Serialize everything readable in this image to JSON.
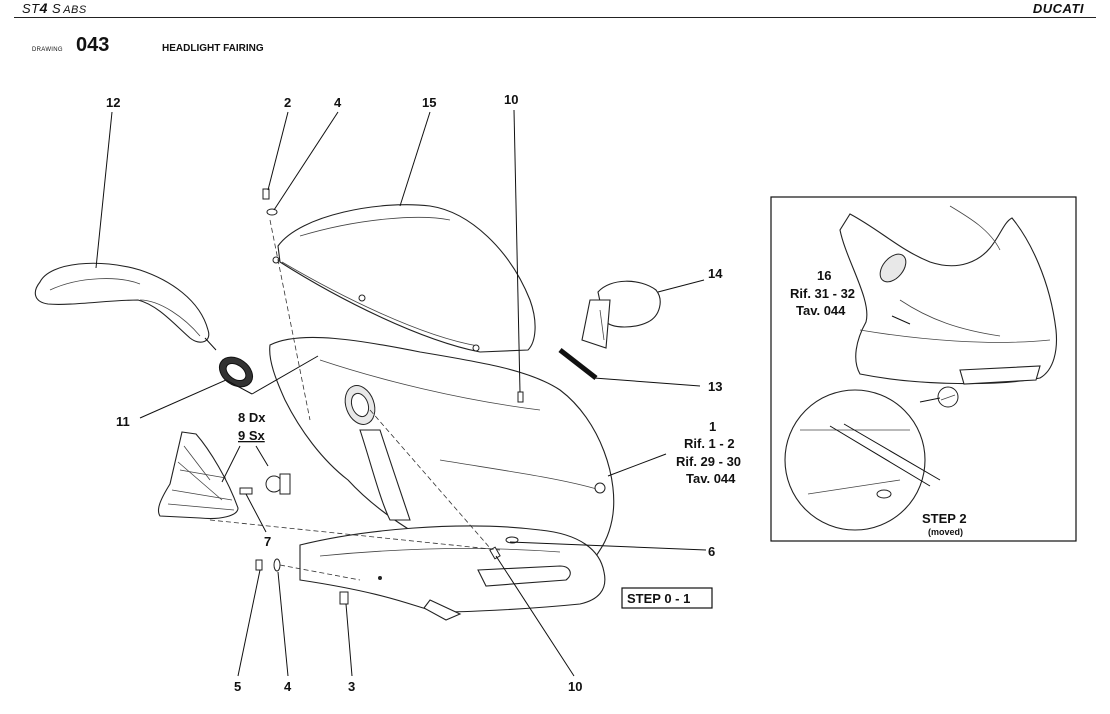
{
  "header": {
    "model_prefix": "ST",
    "model_number": "4",
    "model_suffix": " S",
    "model_variant": "ABS",
    "brand": "DUCATI"
  },
  "drawing": {
    "label": "DRAWING",
    "number": "043",
    "title": "HEADLIGHT FAIRING"
  },
  "callouts": {
    "c12": "12",
    "c2": "2",
    "c4_top": "4",
    "c15": "15",
    "c10_top": "10",
    "c14": "14",
    "c13": "13",
    "c11": "11",
    "c8": "8 Dx",
    "c9": "9 Sx",
    "c1": "1",
    "c1_ref1": "Rif. 1 - 2",
    "c1_ref2": "Rif. 29 - 30",
    "c1_ref3": "Tav. 044",
    "c7": "7",
    "c6": "6",
    "c5": "5",
    "c4_bottom": "4",
    "c3": "3",
    "c10_bottom": "10"
  },
  "step_main": "STEP 0 - 1",
  "inset": {
    "c16": "16",
    "ref1": "Rif. 31 - 32",
    "ref2": "Tav. 044",
    "step": "STEP 2",
    "note": "(moved)"
  }
}
